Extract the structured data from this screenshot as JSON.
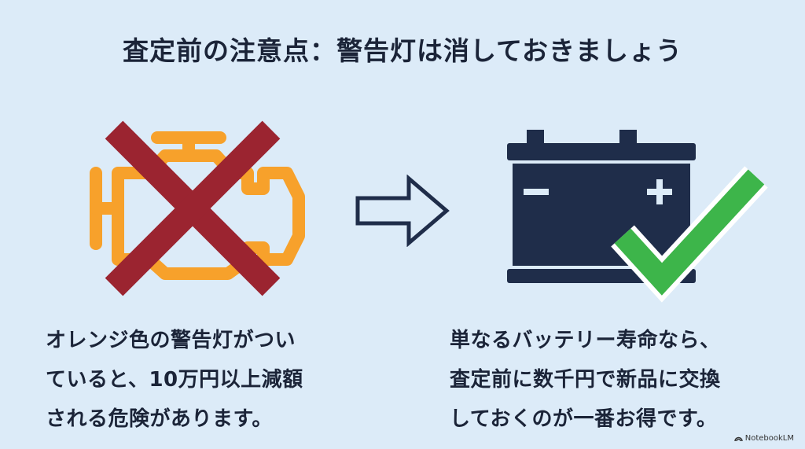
{
  "title": "査定前の注意点：警告灯は消しておきましょう",
  "left": {
    "icon": "engine-warning-icon",
    "overlay_icon": "red-x-icon",
    "lines": [
      "オレンジ色の警告灯がつい",
      "ていると、10万円以上減額",
      "される危険があります。"
    ]
  },
  "arrow_icon": "right-arrow-outline-icon",
  "right": {
    "icon": "battery-icon",
    "overlay_icon": "green-check-icon",
    "lines": [
      "単なるバッテリー寿命なら、",
      "査定前に数千円で新品に交換",
      "しておくのが一番お得です。"
    ]
  },
  "footer": {
    "logo_text": "NotebookLM"
  },
  "colors": {
    "background": "#dcebf8",
    "engine": "#f7a12b",
    "cross": "#9b2430",
    "battery": "#1f2d4a",
    "check": "#3db54a"
  }
}
